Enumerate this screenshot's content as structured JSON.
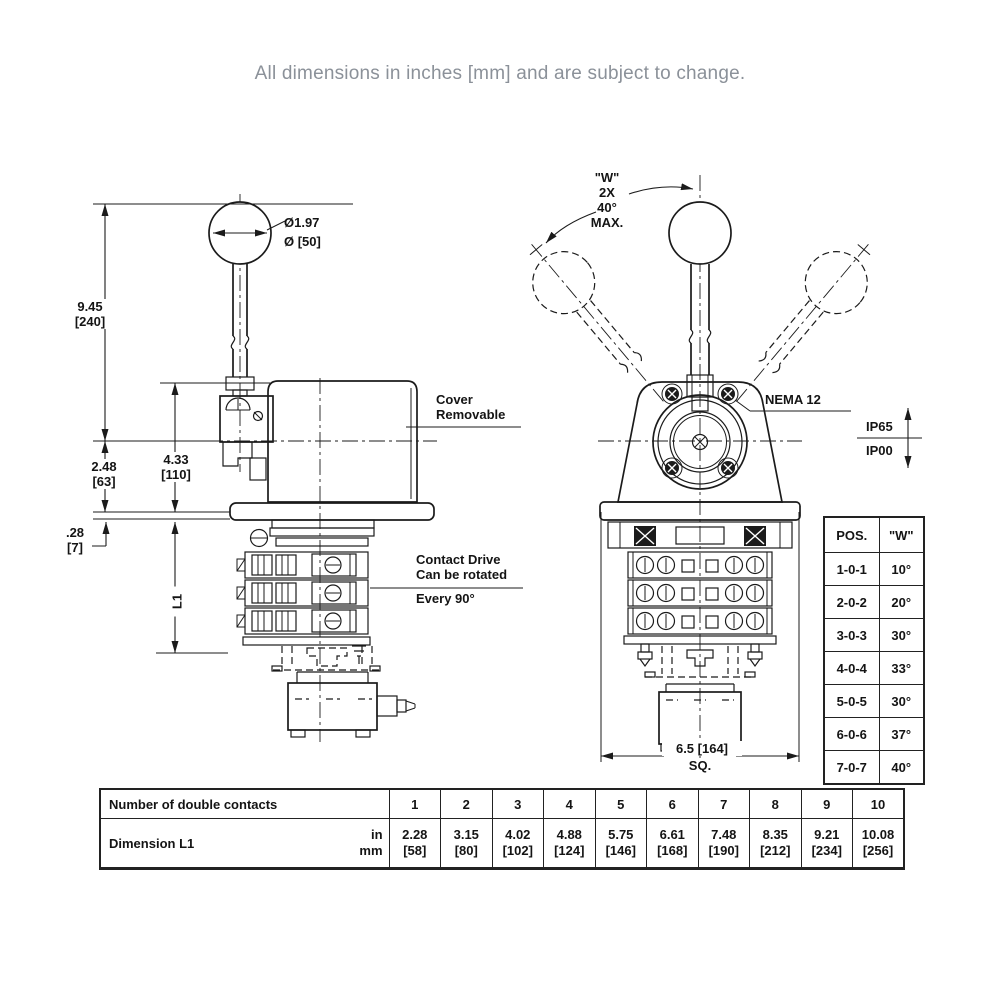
{
  "title": "All dimensions in inches [mm] and are subject to change.",
  "left_view": {
    "ball_dia_in": "Ø1.97",
    "ball_dia_mm": "Ø [50]",
    "height_in": "9.45",
    "height_mm": "[240]",
    "body_in": "4.33",
    "body_mm": "[110]",
    "front_in": "2.48",
    "front_mm": "[63]",
    "panel_in": ".28",
    "panel_mm": "[7]",
    "l1_label": "L1",
    "cover_line1": "Cover",
    "cover_line2": "Removable",
    "contact_line1": "Contact Drive",
    "contact_line2": "Can be rotated",
    "contact_line3": "Every 90°"
  },
  "right_view": {
    "w_line1": "\"W\"",
    "w_line2": "2X",
    "w_line3": "40°",
    "w_line4": "MAX.",
    "nema_label": "NEMA 12",
    "ip_above": "IP65",
    "ip_below": "IP00",
    "width_dim": "6.5 [164]",
    "width_sq": "SQ."
  },
  "pos_table": {
    "col_pos": "POS.",
    "col_w": "\"W\"",
    "rows": [
      [
        "1-0-1",
        "10°"
      ],
      [
        "2-0-2",
        "20°"
      ],
      [
        "3-0-3",
        "30°"
      ],
      [
        "4-0-4",
        "33°"
      ],
      [
        "5-0-5",
        "30°"
      ],
      [
        "6-0-6",
        "37°"
      ],
      [
        "7-0-7",
        "40°"
      ]
    ]
  },
  "dim_table": {
    "contacts_label": "Number of double contacts",
    "l1_label": "Dimension L1",
    "unit_in": "in",
    "unit_mm": "mm",
    "contacts": [
      "1",
      "2",
      "3",
      "4",
      "5",
      "6",
      "7",
      "8",
      "9",
      "10"
    ],
    "l1_in": [
      "2.28",
      "3.15",
      "4.02",
      "4.88",
      "5.75",
      "6.61",
      "7.48",
      "8.35",
      "9.21",
      "10.08"
    ],
    "l1_mm": [
      "[58]",
      "[80]",
      "[102]",
      "[124]",
      "[146]",
      "[168]",
      "[190]",
      "[212]",
      "[234]",
      "[256]"
    ]
  },
  "colors": {
    "line": "#1b1b1b",
    "title_text": "#8b9199"
  }
}
